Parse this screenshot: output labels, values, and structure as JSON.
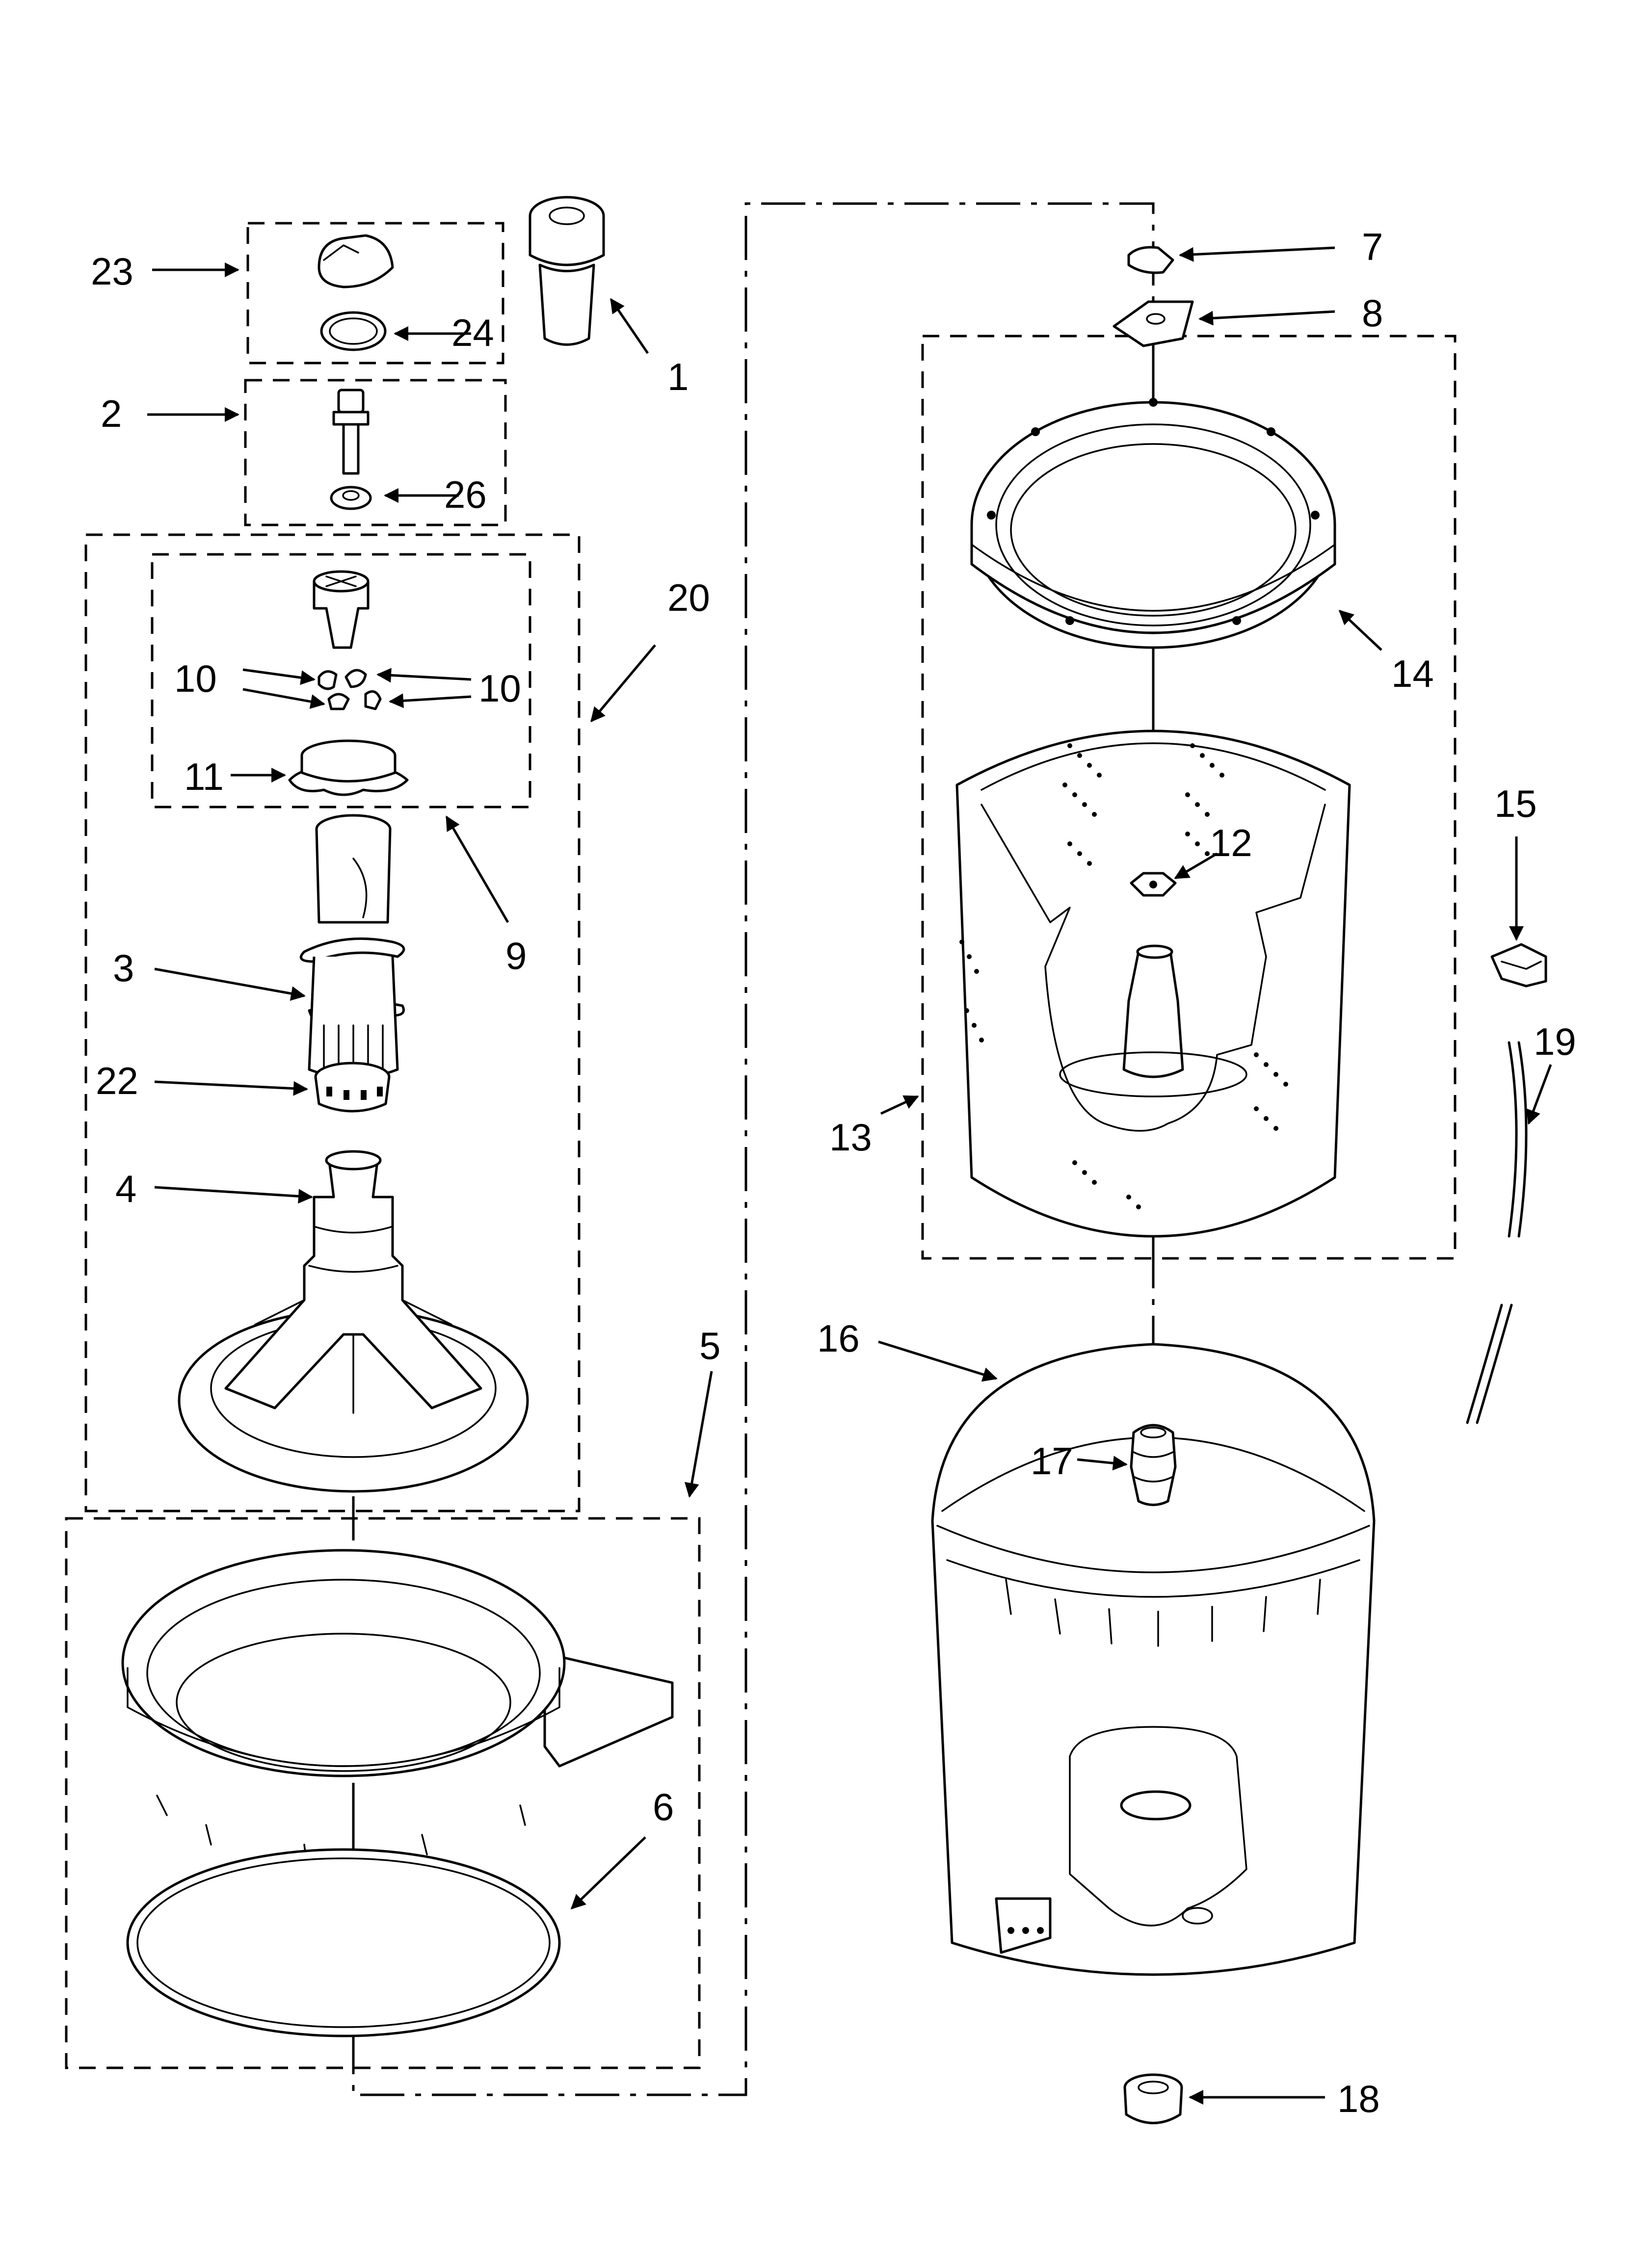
{
  "diagram": {
    "callouts": [
      "1",
      "2",
      "3",
      "4",
      "5",
      "6",
      "7",
      "8",
      "9",
      "10",
      "10",
      "10",
      "10",
      "11",
      "12",
      "13",
      "14",
      "15",
      "16",
      "17",
      "18",
      "19",
      "20",
      "22",
      "23",
      "24",
      "26"
    ]
  }
}
